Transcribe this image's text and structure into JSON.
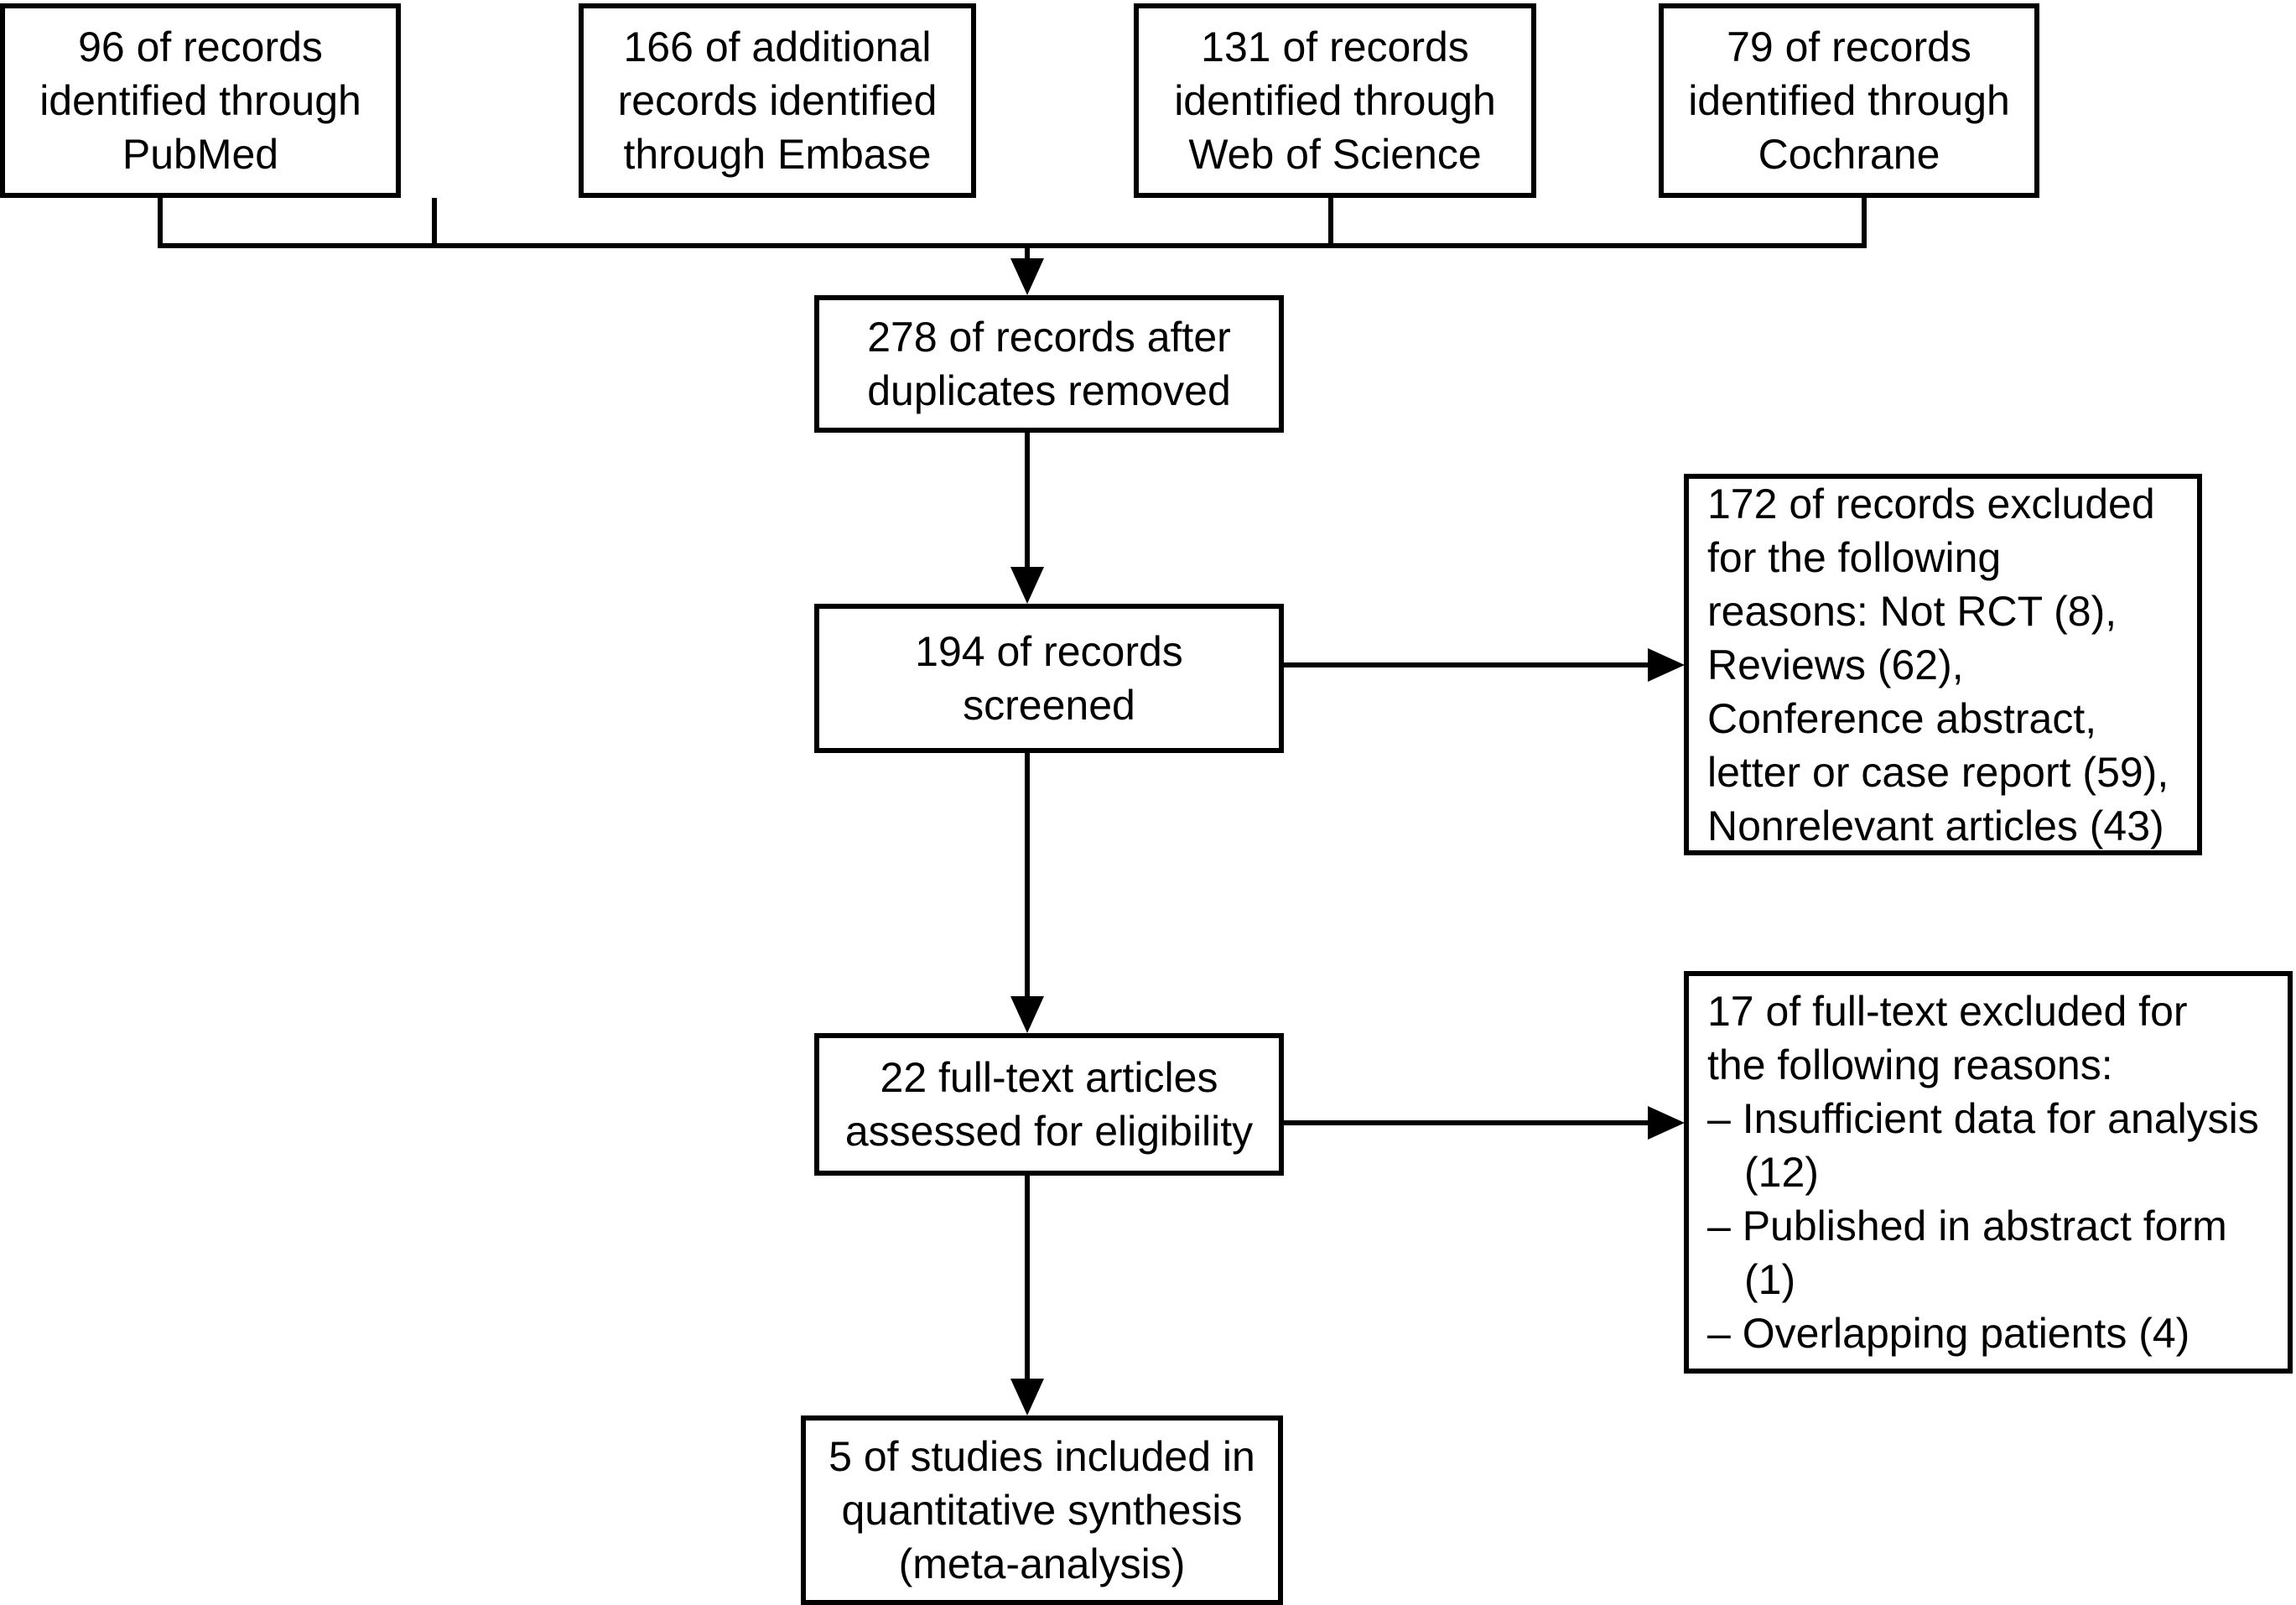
{
  "diagram": {
    "type": "prisma-flow-diagram",
    "colors": {
      "stroke": "#000000",
      "fill": "#ffffff",
      "text": "#000000"
    },
    "identification_boxes": [
      {
        "id": "pubmed",
        "text": "96 of records\nidentified through\nPubMed"
      },
      {
        "id": "embase",
        "text": "166 of additional\nrecords identified\nthrough Embase"
      },
      {
        "id": "wos",
        "text": "131 of records\nidentified through\nWeb of Science"
      },
      {
        "id": "cochrane",
        "text": "79 of records\nidentified through\nCochrane"
      }
    ],
    "main_boxes": [
      {
        "id": "duplicates",
        "text": "278 of records after\nduplicates removed"
      },
      {
        "id": "screened",
        "text": "194 of records\nscreened"
      },
      {
        "id": "fulltext",
        "text": "22 full-text articles\nassessed for eligibility"
      },
      {
        "id": "included",
        "text": "5 of studies included in\nquantitative synthesis\n(meta-analysis)"
      }
    ],
    "excluded_records": {
      "id": "records-excluded",
      "text": "172 of records excluded\nfor the following\nreasons: Not RCT (8),\nReviews (62),\nConference abstract,\nletter or case report (59),\nNonrelevant articles (43)"
    },
    "excluded_fulltext": {
      "id": "fulltext-excluded",
      "heading": "17 of full-text excluded for\nthe following reasons:",
      "items": [
        "– Insufficient data for analysis (12)",
        "– Published in abstract form (1)",
        "– Overlapping patients (4)"
      ]
    },
    "counts": {
      "pubmed": 96,
      "embase": 166,
      "web_of_science": 131,
      "cochrane": 79,
      "after_duplicates": 278,
      "screened": 194,
      "records_excluded": 172,
      "not_rct": 8,
      "reviews": 62,
      "conference_abstract_letter_case_report": 59,
      "nonrelevant_articles": 43,
      "fulltext_assessed": 22,
      "fulltext_excluded": 17,
      "insufficient_data": 12,
      "published_abstract_form": 1,
      "overlapping_patients": 4,
      "included_studies": 5
    }
  }
}
